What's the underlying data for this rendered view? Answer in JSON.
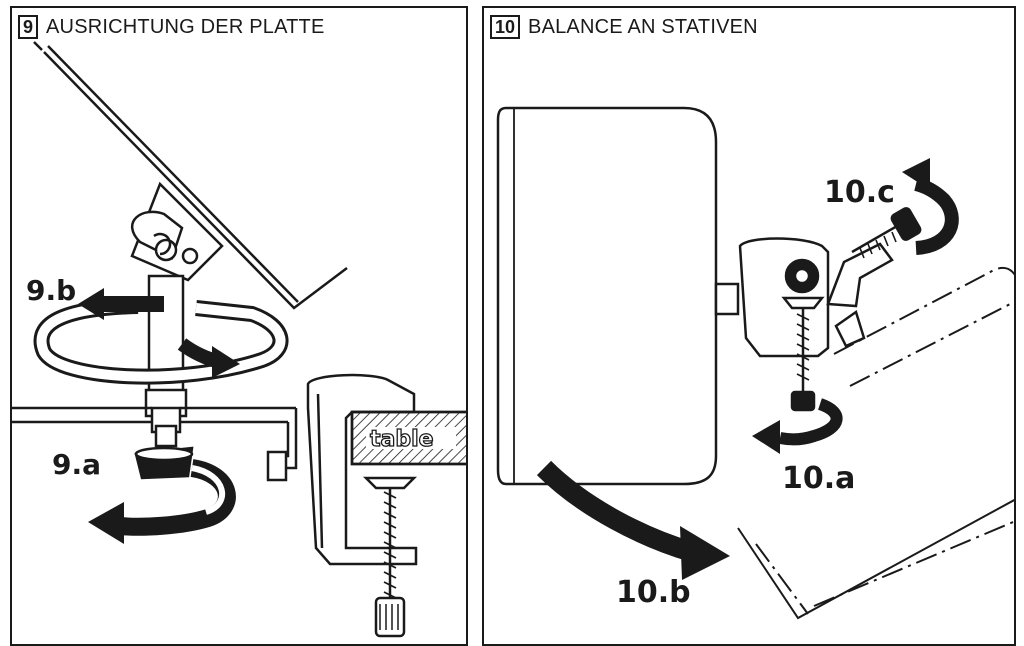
{
  "panel9": {
    "number": "9",
    "title": "AUSRICHTUNG DER PLATTE",
    "labels": {
      "b": "9.b",
      "a": "9.a",
      "table": "table"
    }
  },
  "panel10": {
    "number": "10",
    "title": "BALANCE AN STATIVEN",
    "labels": {
      "c": "10.c",
      "a": "10.a",
      "b": "10.b"
    }
  }
}
